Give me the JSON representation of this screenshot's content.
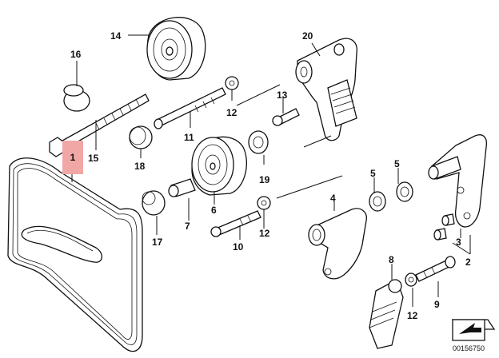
{
  "callouts": {
    "c1": "1",
    "c2": "2",
    "c3": "3",
    "c4": "4",
    "c5a": "5",
    "c5b": "5",
    "c6": "6",
    "c7": "7",
    "c8": "8",
    "c9": "9",
    "c10": "10",
    "c11": "11",
    "c12a": "12",
    "c12b": "12",
    "c12c": "12",
    "c13": "13",
    "c14": "14",
    "c15": "15",
    "c16": "16",
    "c17": "17",
    "c18": "18",
    "c19": "19",
    "c20": "20"
  },
  "highlight_color": "#f2a7a7",
  "document_number": "00156750",
  "icons": {
    "corner": "folded-corner-arrow-icon"
  }
}
